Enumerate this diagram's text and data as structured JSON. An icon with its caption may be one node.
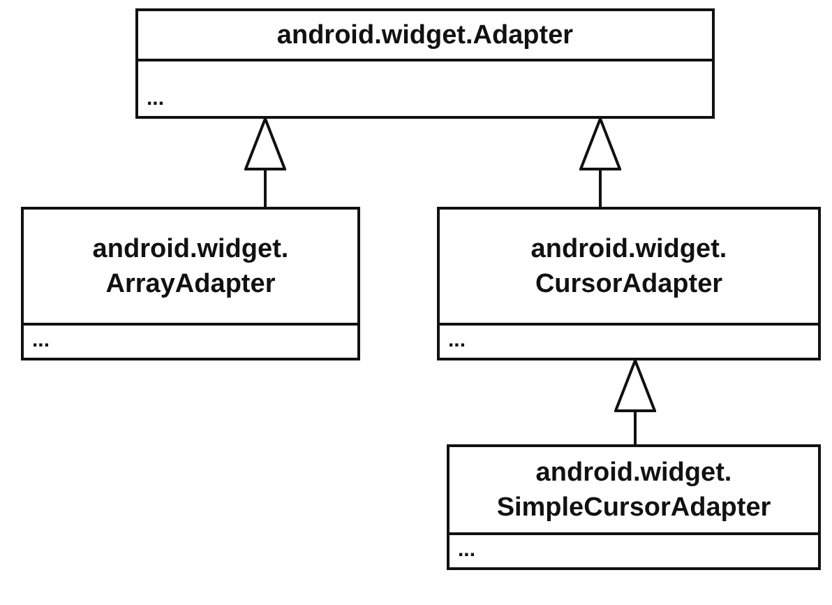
{
  "diagram": {
    "nodes": [
      {
        "text": [
          "android.widget.Adapter",
          "..."
        ]
      },
      {
        "text": [
          "android.widget. ArrayAdapter",
          "..."
        ]
      },
      {
        "text": [
          "android.widget. CursorAdapter",
          "..."
        ]
      },
      {
        "text": [
          "android.widget. SimpleCursorAdapter",
          "..."
        ]
      }
    ],
    "edges": [
      {
        "from": 1,
        "to": 0,
        "arrow": "to"
      },
      {
        "from": 2,
        "to": 0,
        "arrow": "to"
      },
      {
        "from": 3,
        "to": 2,
        "arrow": "to"
      }
    ]
  }
}
